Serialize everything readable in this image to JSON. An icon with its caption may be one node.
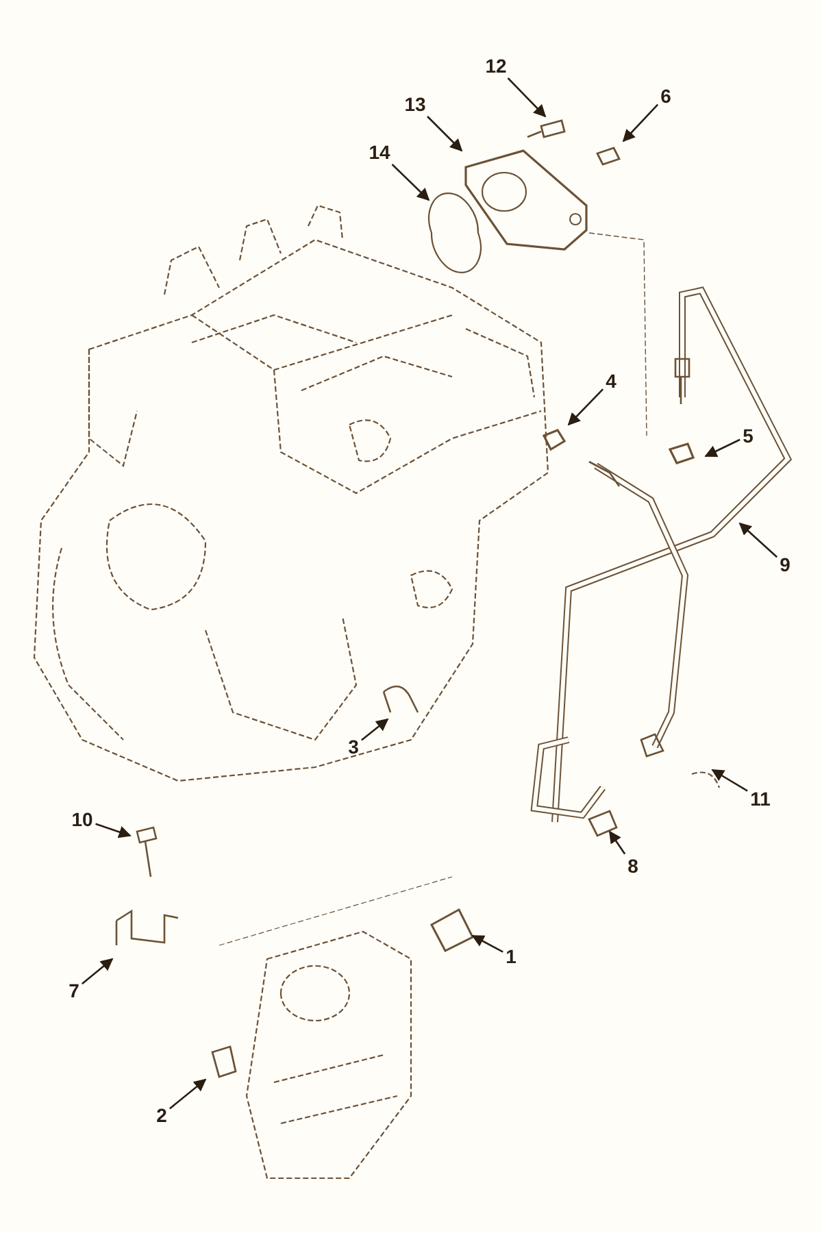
{
  "diagram": {
    "nodes": [
      {
        "text": [
          "12"
        ]
      },
      {
        "text": [
          "13"
        ]
      },
      {
        "text": [
          "6"
        ]
      },
      {
        "text": [
          "14"
        ]
      },
      {
        "text": [
          "4"
        ]
      },
      {
        "text": [
          "5"
        ]
      },
      {
        "text": [
          "9"
        ]
      },
      {
        "text": [
          "3"
        ]
      },
      {
        "text": [
          "11"
        ]
      },
      {
        "text": [
          "10"
        ]
      },
      {
        "text": [
          "8"
        ]
      },
      {
        "text": [
          "1"
        ]
      },
      {
        "text": [
          "7"
        ]
      },
      {
        "text": [
          "2"
        ]
      }
    ],
    "edges": [
      {
        "from": 0,
        "to": null,
        "arrow": "to"
      },
      {
        "from": 1,
        "to": null,
        "arrow": "to"
      },
      {
        "from": 2,
        "to": null,
        "arrow": "to"
      },
      {
        "from": 3,
        "to": null,
        "arrow": "to"
      },
      {
        "from": 4,
        "to": null,
        "arrow": "to"
      },
      {
        "from": 5,
        "to": null,
        "arrow": "to"
      },
      {
        "from": 6,
        "to": null,
        "arrow": "to"
      },
      {
        "from": 7,
        "to": null,
        "arrow": "to"
      },
      {
        "from": 8,
        "to": null,
        "arrow": "to"
      },
      {
        "from": 9,
        "to": null,
        "arrow": "to"
      },
      {
        "from": 10,
        "to": null,
        "arrow": "to"
      },
      {
        "from": 11,
        "to": null,
        "arrow": "to"
      },
      {
        "from": 12,
        "to": null,
        "arrow": "to"
      },
      {
        "from": 13,
        "to": null,
        "arrow": "to"
      }
    ]
  }
}
